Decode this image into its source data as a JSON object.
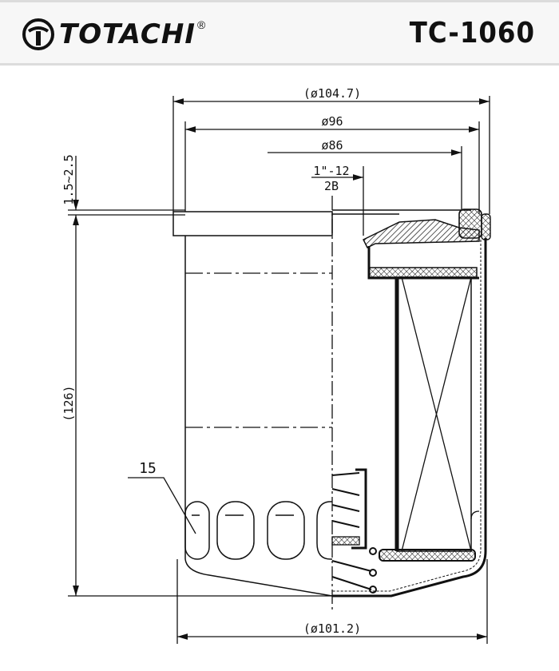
{
  "header": {
    "brand": "TOTACHI",
    "registered_mark": "®",
    "model": "TC-1060"
  },
  "drawing": {
    "dimensions": {
      "outer_diameter_top": "(ø104.7)",
      "gasket_outer": "ø96",
      "gasket_inner": "ø86",
      "thread_top": "1\"-12",
      "thread_bottom": "2B",
      "gasket_height": "1.5~2.5",
      "height": "(126)",
      "part_callout": "15",
      "outer_diameter_body": "(ø101.2)"
    }
  }
}
